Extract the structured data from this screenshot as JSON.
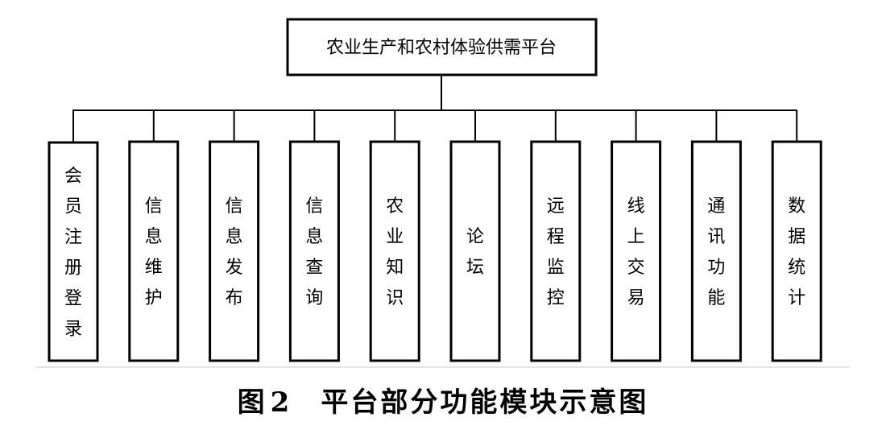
{
  "diagram": {
    "root": "农业生产和农村体验供需平台",
    "modules": [
      "会员注册登录",
      "信息维护",
      "信息发布",
      "信息查询",
      "农业知识",
      "论坛",
      "远程监控",
      "线上交易",
      "通讯功能",
      "数据统计"
    ]
  },
  "caption": {
    "figure": "图",
    "number": "2",
    "text": "平台部分功能模块示意图"
  }
}
